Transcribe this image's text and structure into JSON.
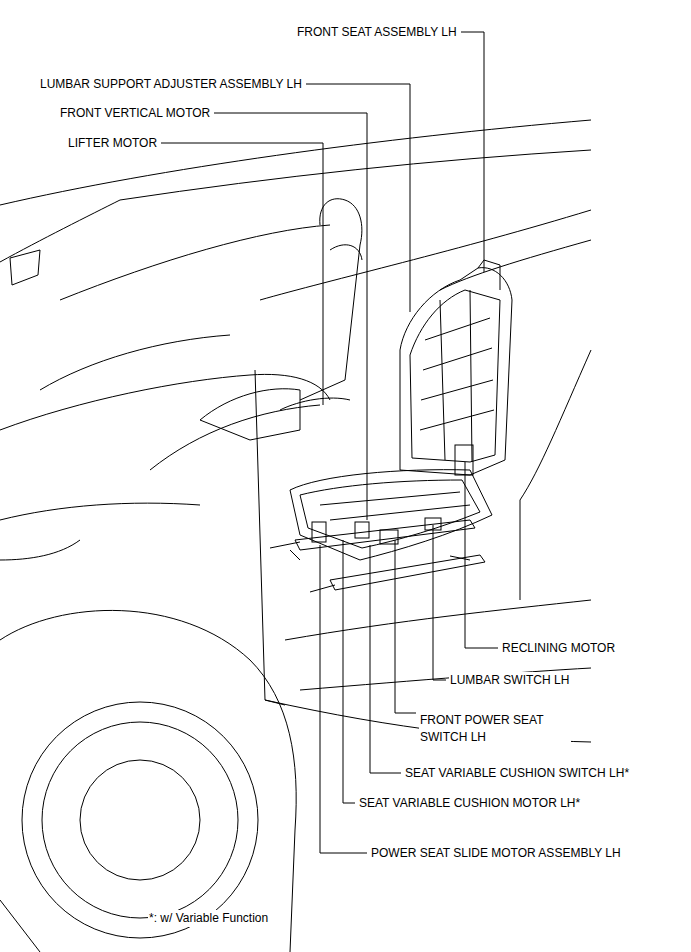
{
  "diagram": {
    "labels": [
      "FRONT SEAT ASSEMBLY LH",
      "LUMBAR SUPPORT ADJUSTER ASSEMBLY LH",
      "FRONT VERTICAL MOTOR",
      "LIFTER MOTOR",
      "RECLINING MOTOR",
      "LUMBAR SWITCH LH",
      "FRONT POWER SEAT SWITCH LH",
      "SEAT VARIABLE CUSHION SWITCH LH*",
      "SEAT VARIABLE CUSHION MOTOR LH*",
      "POWER SEAT SLIDE MOTOR ASSEMBLY LH",
      "*: w/ Variable Function"
    ]
  }
}
